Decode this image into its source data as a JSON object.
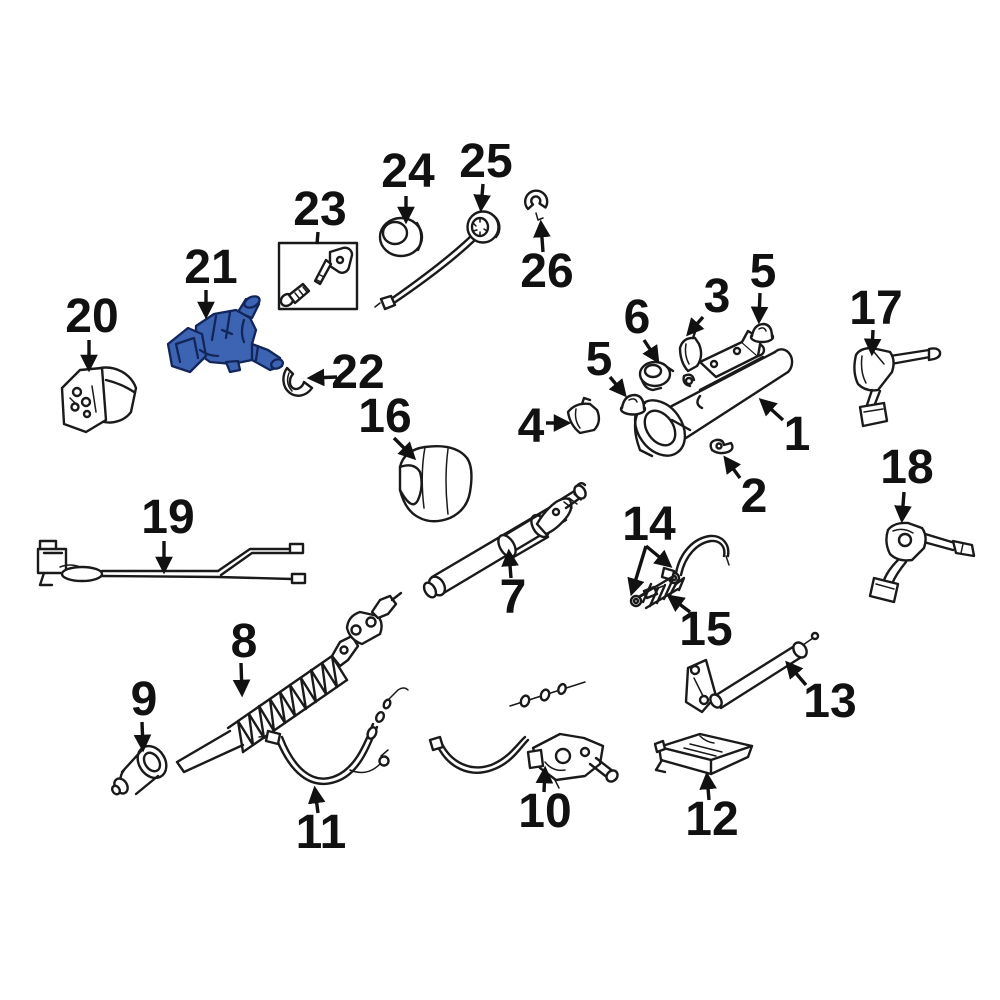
{
  "figure": {
    "kind": "exploded-parts-line-diagram",
    "highlighted_callout": "21"
  },
  "colors": {
    "background": "#ffffff",
    "line": "#1a1a1a",
    "callout": "#111111",
    "highlight_fill": "#3d63b3",
    "highlight_stroke": "#13265a"
  },
  "callouts": {
    "c1": "1",
    "c2": "2",
    "c3": "3",
    "c4": "4",
    "c5a": "5",
    "c5b": "5",
    "c6": "6",
    "c7": "7",
    "c8": "8",
    "c9": "9",
    "c10": "10",
    "c11": "11",
    "c12": "12",
    "c13": "13",
    "c14": "14",
    "c15": "15",
    "c16": "16",
    "c17": "17",
    "c18": "18",
    "c19": "19",
    "c20": "20",
    "c21": "21",
    "c22": "22",
    "c23": "23",
    "c24": "24",
    "c25": "25",
    "c26": "26"
  }
}
